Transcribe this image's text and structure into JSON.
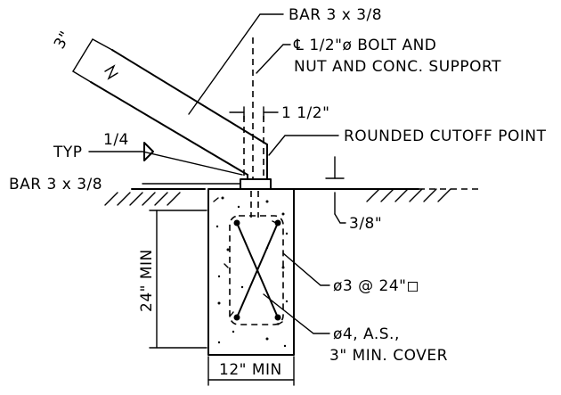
{
  "labels": {
    "bar_top": "BAR 3 x 3/8",
    "bolt_line1": "℄ 1/2\"ø BOLT AND",
    "bolt_line2": "NUT AND CONC. SUPPORT",
    "dim_bolt": "1 1/2\"",
    "cutoff": "ROUNDED CUTOFF POINT",
    "typ": "TYP",
    "weld_size": "1/4",
    "bar_left": "BAR 3 x 3/8",
    "dim_depth": "3/8\"",
    "dim_3": "3\"",
    "stirrup": "ø3 @ 24\"◻",
    "rebar_line1": "ø4, A.S.,",
    "rebar_line2": "3\" MIN. COVER",
    "min_depth": "24\" MIN",
    "min_width": "12\" MIN"
  }
}
